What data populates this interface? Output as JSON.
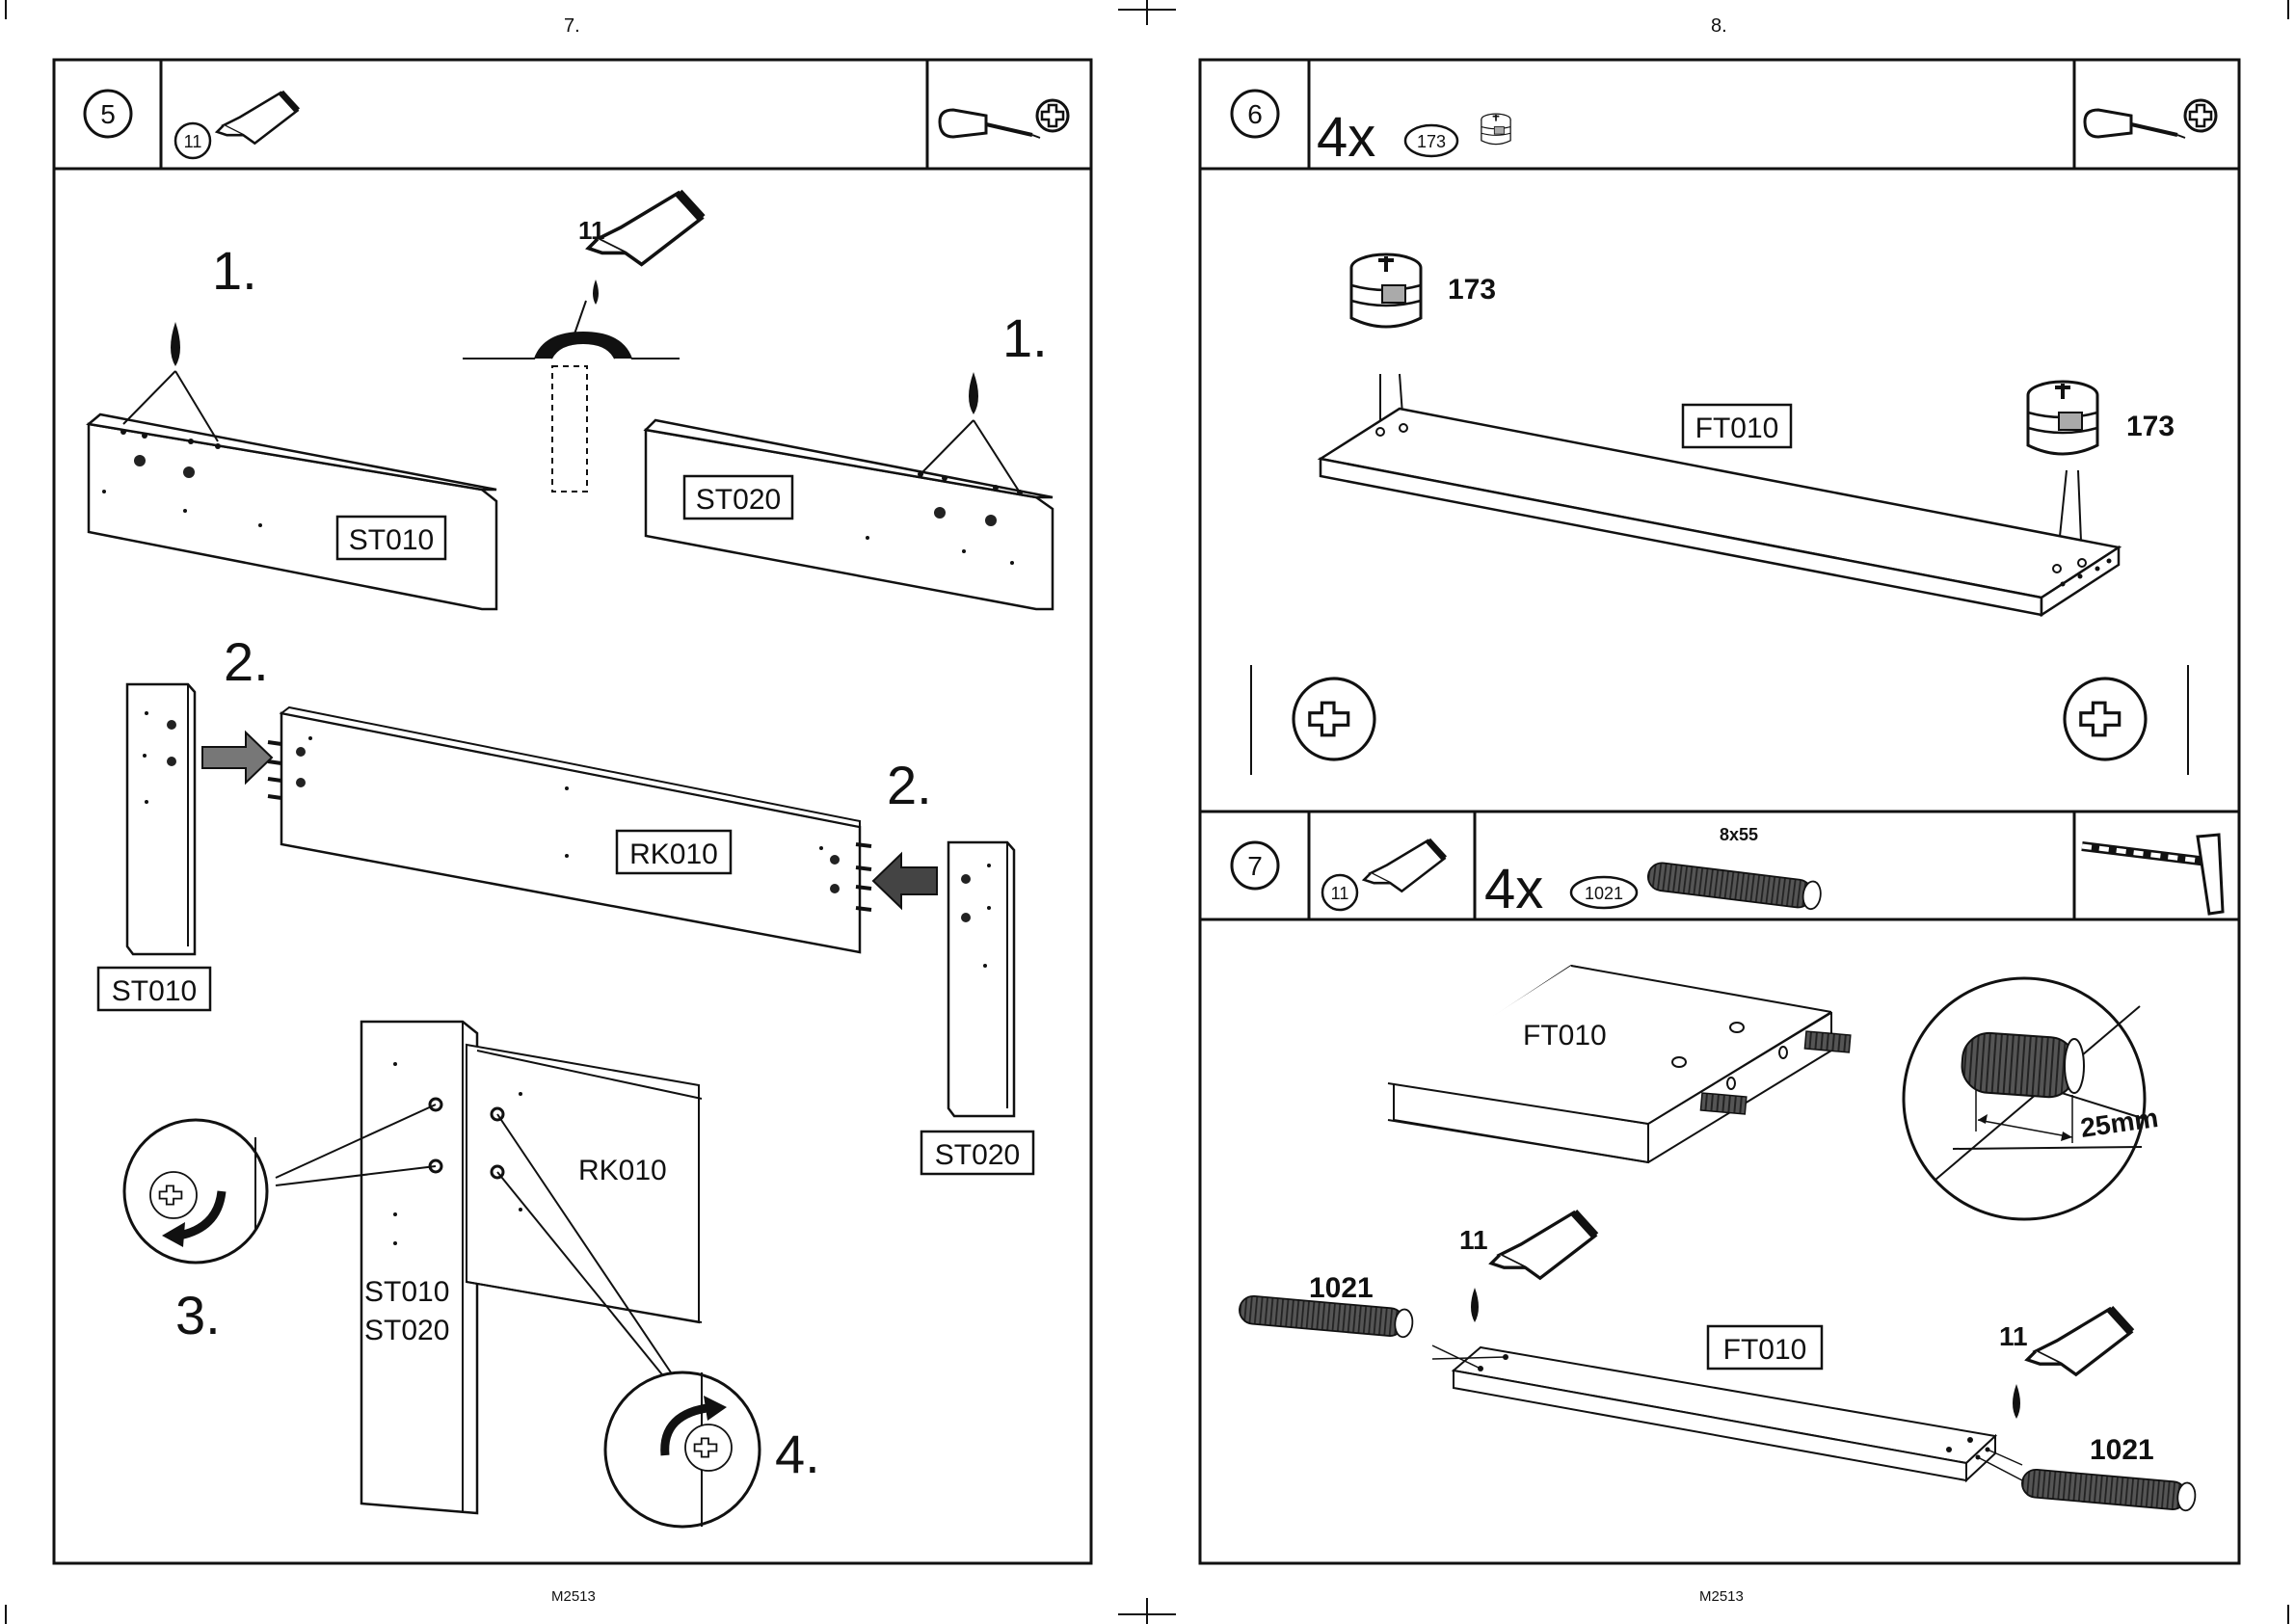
{
  "pages": [
    {
      "number": "7.",
      "footer": "M2513"
    },
    {
      "number": "8.",
      "footer": "M2513"
    }
  ],
  "step5": {
    "step_no": "5",
    "glue_qty": "11",
    "glue_label": "11",
    "sub1_left": "1.",
    "sub1_right": "1.",
    "sub2_left": "2.",
    "sub2_right": "2.",
    "sub3": "3.",
    "sub4": "4.",
    "parts": {
      "top_left": "ST010",
      "top_right": "ST020",
      "rail": "RK010",
      "post_left": "ST010",
      "post_right": "ST020",
      "detail_rail": "RK010",
      "detail_post_a": "ST010",
      "detail_post_b": "ST020"
    }
  },
  "step6": {
    "step_no": "6",
    "count": "4x",
    "fitting_no": "173",
    "part": "FT010",
    "fitting_label_left": "173",
    "fitting_label_right": "173"
  },
  "step7": {
    "step_no": "7",
    "glue_qty": "11",
    "count": "4x",
    "dowel_no": "1021",
    "dowel_size": "8x55",
    "part_top": "FT010",
    "part_bottom": "FT010",
    "depth_label": "25mm",
    "glue_left": "11",
    "glue_right": "11",
    "dowel_left": "1021",
    "dowel_right": "1021"
  },
  "icons": [
    "screwdriver-icon",
    "phillips-head-icon",
    "glue-tube-icon",
    "cam-fitting-icon",
    "dowel-icon",
    "hammer-icon",
    "tighten-rotate-icon"
  ]
}
